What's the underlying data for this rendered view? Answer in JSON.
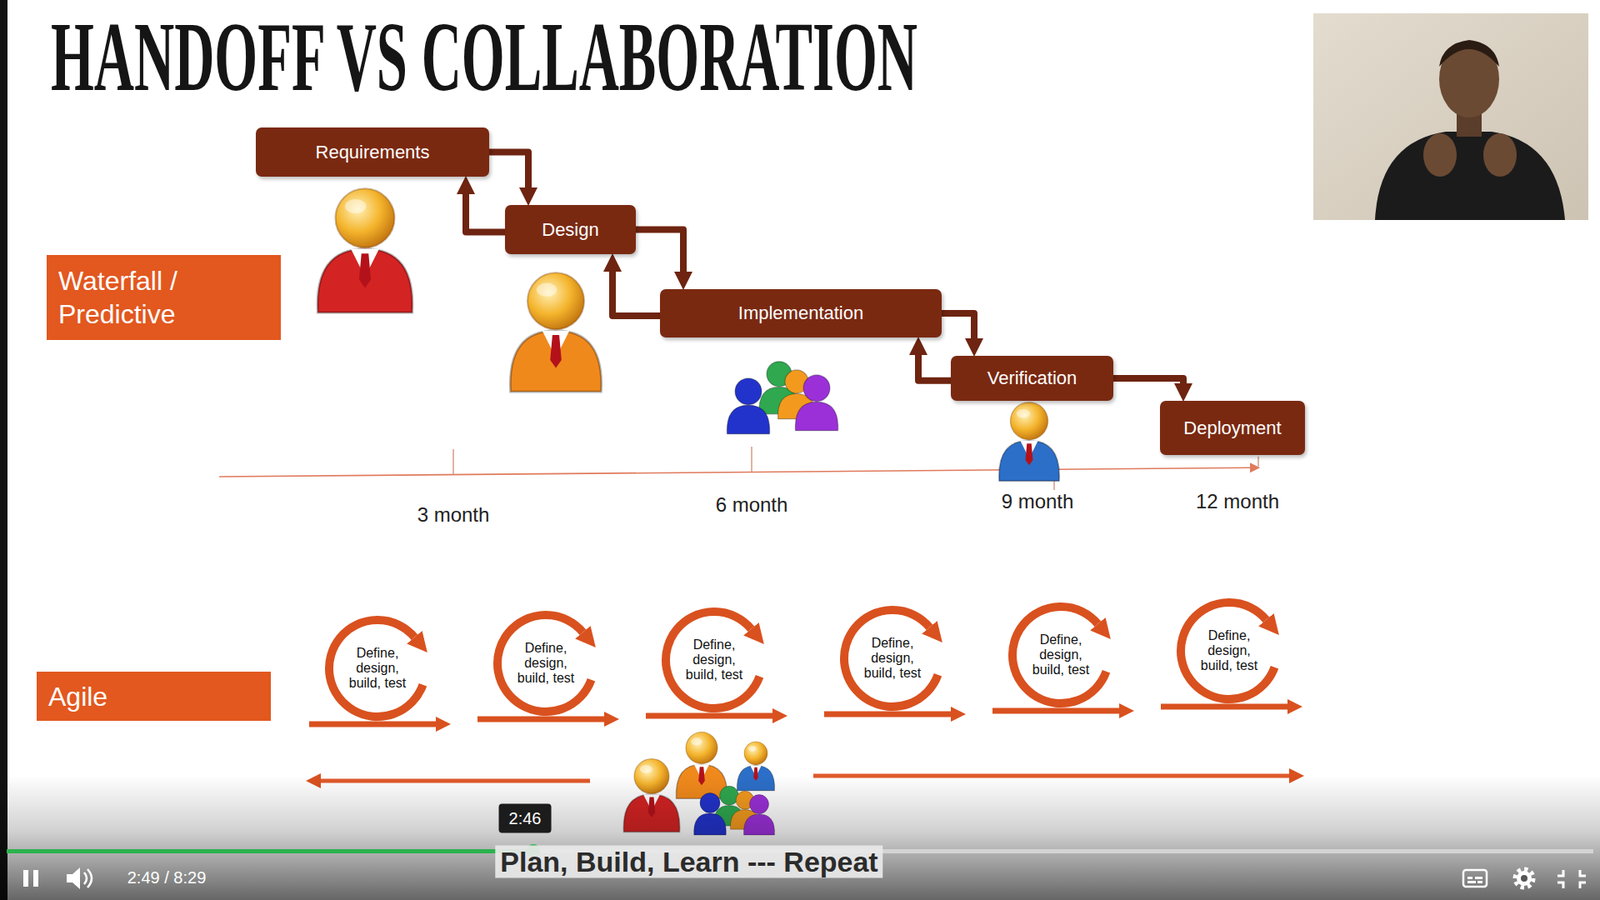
{
  "diagram": {
    "title": "HANDOFF VS COLLABORATION",
    "nodes": [
      {
        "text": [
          "Waterfall / Predictive"
        ]
      },
      {
        "text": [
          "Requirements"
        ]
      },
      {
        "text": [
          "Design"
        ]
      },
      {
        "text": [
          "Implementation"
        ]
      },
      {
        "text": [
          "Verification"
        ]
      },
      {
        "text": [
          "Deployment"
        ]
      },
      {
        "text": [
          "Agile"
        ]
      },
      {
        "text": [
          "Define, design, build, test"
        ]
      },
      {
        "text": [
          "Define, design, build, test"
        ]
      },
      {
        "text": [
          "Define, design, build, test"
        ]
      },
      {
        "text": [
          "Define, design, build, test"
        ]
      },
      {
        "text": [
          "Define, design, build, test"
        ]
      },
      {
        "text": [
          "Define, design, build, test"
        ]
      }
    ],
    "edges": [
      {
        "from": 1,
        "to": 2,
        "arrow": "to"
      },
      {
        "from": 2,
        "to": 1,
        "arrow": "to"
      },
      {
        "from": 2,
        "to": 3,
        "arrow": "to"
      },
      {
        "from": 3,
        "to": 2,
        "arrow": "to"
      },
      {
        "from": 3,
        "to": 4,
        "arrow": "to"
      },
      {
        "from": 4,
        "to": 3,
        "arrow": "to"
      },
      {
        "from": 4,
        "to": 5,
        "arrow": "to"
      }
    ],
    "labels": [
      "3 month",
      "6 month",
      "9 month",
      "12 month",
      "Plan, Build, Learn --- Repeat",
      "2:46",
      "2:49 / 8:29"
    ]
  }
}
